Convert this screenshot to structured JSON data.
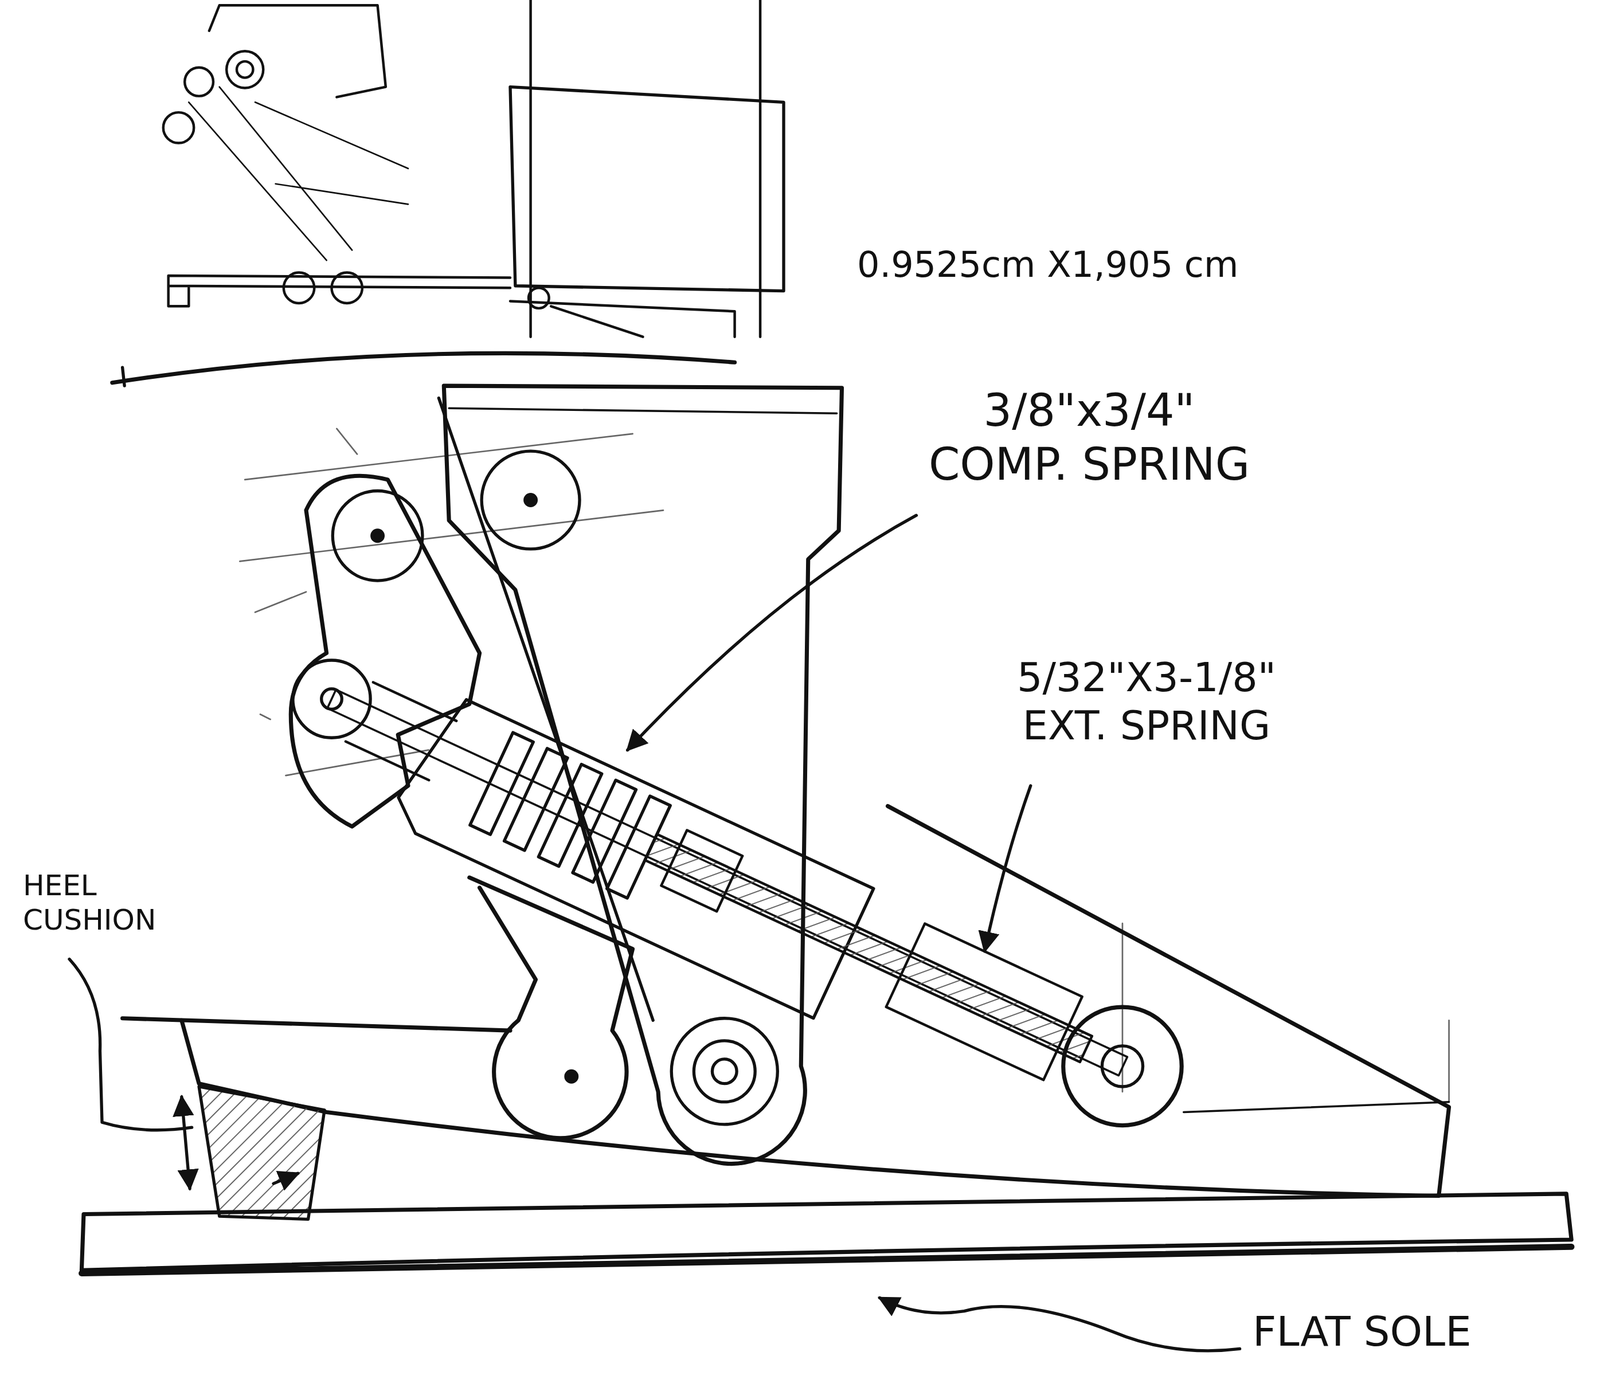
{
  "diagram": {
    "labels": [
      "0.9525cm X1,905 cm",
      "3/8\"x3/4\" COMP. SPRING",
      "5/32\"X3-1/8\" EXT. SPRING",
      "HEEL CUSHION",
      "FLAT SOLE"
    ]
  }
}
